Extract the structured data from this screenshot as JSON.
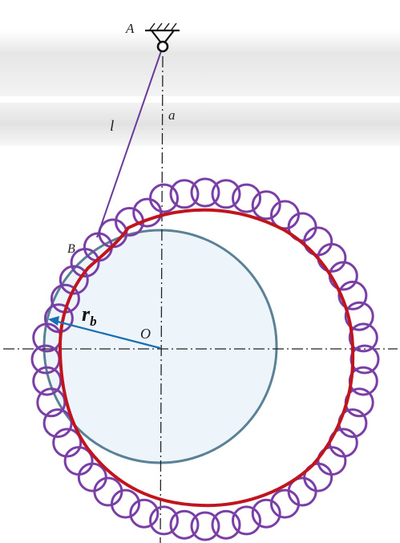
{
  "labels": {
    "point_a": "A",
    "link_length": "l",
    "offset": "a",
    "point_b": "B",
    "center": "O",
    "base_radius_main": "r",
    "base_radius_sub": "b"
  },
  "colors": {
    "background_band": "#ececec",
    "axis": "#222222",
    "link": "#6a3a9a",
    "roller": "#7a3fa6",
    "cam_profile": "#c0141e",
    "base_circle_fill": "#eef5fa",
    "base_circle_stroke": "#5a8196",
    "radius_arrow": "#1a6fb0",
    "pivot": "#111111"
  },
  "icons": {
    "pivot_support": "hinged-pivot-support-icon"
  },
  "roller_count": 48
}
